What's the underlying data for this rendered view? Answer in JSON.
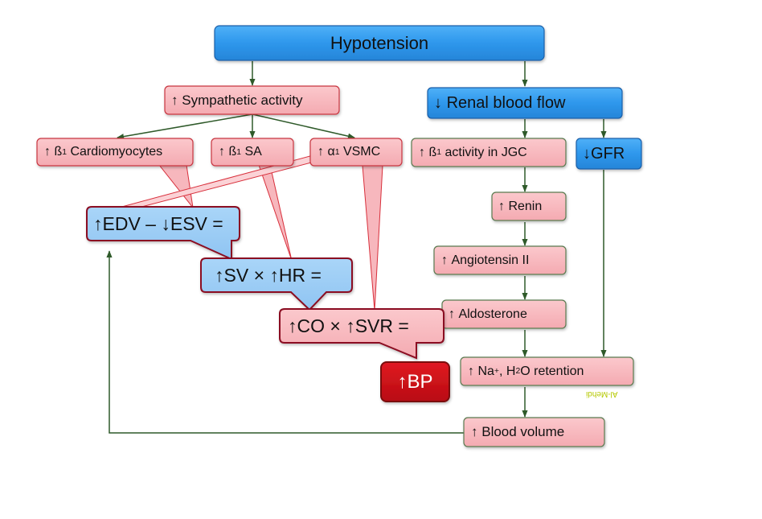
{
  "diagram": {
    "title": "Hypotension",
    "colors": {
      "blue_fill": "#2e97ec",
      "blue_stroke": "#1a5fa8",
      "light_blue_fill": "#9ccdf6",
      "pink_fill": "#f7b7bd",
      "pink_stroke": "#c8343f",
      "callout_stroke": "#8b1020",
      "red_fill": "#d0101a",
      "arrow": "#2f5a2a",
      "watermark": "#b5c800"
    },
    "nodes": {
      "hypotension": {
        "text": "Hypotension",
        "style": "blue"
      },
      "sympathetic": {
        "arrow": "↑",
        "text": "Sympathetic activity",
        "style": "pink"
      },
      "renal_flow": {
        "arrow": "↓",
        "text": "Renal blood flow",
        "style": "blue"
      },
      "b1_cardio": {
        "arrow": "↑",
        "pre": "ß",
        "sub": "1",
        "text": "Cardiomyocytes",
        "style": "pink"
      },
      "b1_sa": {
        "arrow": "↑",
        "pre": "ß",
        "sub": "1",
        "text": "SA",
        "style": "pink"
      },
      "a1_vsmc": {
        "arrow": "↑",
        "pre": "α",
        "sub": "1",
        "text": "VSMC",
        "style": "pink"
      },
      "b1_jgc": {
        "arrow": "↑",
        "pre": "ß",
        "sub": "1",
        "text": "activity in JGC",
        "style": "pink"
      },
      "gfr": {
        "arrow": "↓",
        "text": "GFR",
        "style": "blue"
      },
      "renin": {
        "arrow": "↑",
        "text": "Renin",
        "style": "pink"
      },
      "angiotensin": {
        "arrow": "↑",
        "text": "Angiotensin II",
        "style": "pink"
      },
      "aldosterone": {
        "arrow": "↑",
        "text": "Aldosterone",
        "style": "pink"
      },
      "na_retention": {
        "arrow": "↑",
        "na": "Na",
        "na_sup": "+",
        "sep": ", H",
        "h_sub": "2",
        "text": "O retention",
        "style": "pink"
      },
      "blood_volume": {
        "arrow": "↑",
        "text": "Blood volume",
        "style": "pink"
      },
      "edv_esv": {
        "text": "↑EDV – ↓ESV =",
        "style": "light-blue-callout"
      },
      "sv_hr": {
        "text": "↑SV × ↑HR =",
        "style": "light-blue-callout"
      },
      "co_svr": {
        "text": "↑CO × ↑SVR =",
        "style": "pink-callout"
      },
      "bp": {
        "text": "↑BP",
        "style": "red"
      }
    },
    "edges": [
      {
        "from": "hypotension",
        "to": "sympathetic"
      },
      {
        "from": "hypotension",
        "to": "renal_flow"
      },
      {
        "from": "sympathetic",
        "to": "b1_cardio"
      },
      {
        "from": "sympathetic",
        "to": "b1_sa"
      },
      {
        "from": "sympathetic",
        "to": "a1_vsmc"
      },
      {
        "from": "renal_flow",
        "to": "b1_jgc"
      },
      {
        "from": "renal_flow",
        "to": "gfr"
      },
      {
        "from": "b1_jgc",
        "to": "renin"
      },
      {
        "from": "renin",
        "to": "angiotensin"
      },
      {
        "from": "angiotensin",
        "to": "aldosterone"
      },
      {
        "from": "aldosterone",
        "to": "na_retention"
      },
      {
        "from": "gfr",
        "to": "na_retention"
      },
      {
        "from": "na_retention",
        "to": "blood_volume"
      },
      {
        "from": "blood_volume",
        "to": "edv_esv"
      }
    ],
    "callout_links": [
      {
        "from": "b1_cardio",
        "to": "edv_esv"
      },
      {
        "from": "a1_vsmc",
        "to": "edv_esv"
      },
      {
        "from": "b1_sa",
        "to": "sv_hr"
      },
      {
        "from": "a1_vsmc",
        "to": "co_svr"
      },
      {
        "from": "edv_esv",
        "to": "sv_hr"
      },
      {
        "from": "sv_hr",
        "to": "co_svr"
      },
      {
        "from": "co_svr",
        "to": "bp"
      }
    ],
    "watermark": "Al-Mehdi"
  }
}
